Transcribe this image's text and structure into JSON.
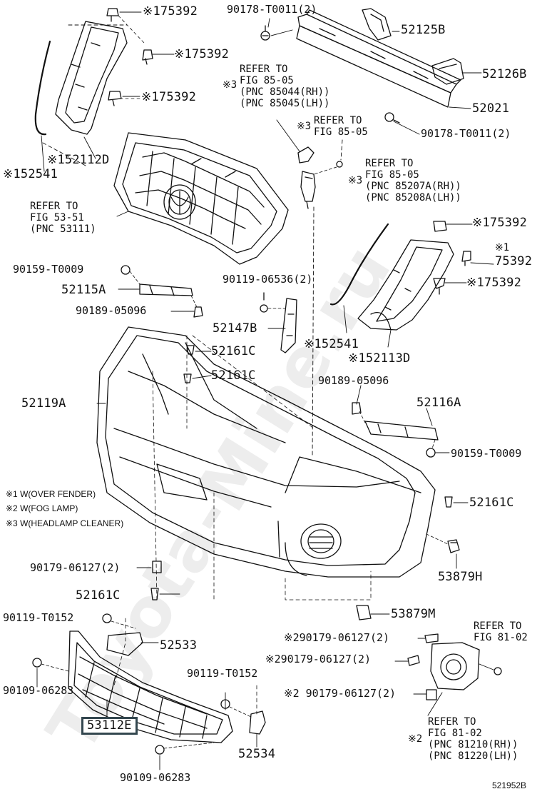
{
  "watermark": "Toyota-Mine.ru",
  "drawing_code": "521952B",
  "highlighted_part": "53112E",
  "legend": [
    "※1 W(OVER FENDER)",
    "※2 W(FOG LAMP)",
    "※3 W(HEADLAMP CLEANER)"
  ],
  "labels": {
    "p175392_a": "※175392",
    "p175392_b": "※175392",
    "p175392_c": "※175392",
    "p52112d": "※152112D",
    "p52541_l": "※152541",
    "ref_grille_1": "REFER TO",
    "ref_grille_2": "FIG 53-51",
    "ref_grille_3": "(PNC 53111)",
    "p90178_top": "90178-T0011(2)",
    "p52125b": "52125B",
    "p52126b": "52126B",
    "p52021": "52021",
    "p90178_r": "90178-T0011(2)",
    "ref3_1": "REFER TO",
    "ref3_2": "FIG 85-05",
    "ref3_3": "(PNC 85044(RH))",
    "ref3_4": "(PNC 85045(LH))",
    "ref3_mark": "※3",
    "ref4_1": "REFER TO",
    "ref4_2": "FIG 85-05",
    "ref4_mark": "※3",
    "ref5_1": "REFER TO",
    "ref5_2": "FIG 85-05",
    "ref5_3": "(PNC 85207A(RH))",
    "ref5_4": "(PNC 85208A(LH))",
    "ref5_mark": "※3",
    "p175392_d": "※175392",
    "p1_mark": "※1",
    "p75392": "75392",
    "p175392_e": "※175392",
    "p90159_l": "90159-T0009",
    "p52115a": "52115A",
    "p90189_l": "90189-05096",
    "p90119_06536": "90119-06536(2)",
    "p52147b": "52147B",
    "p52161c_a": "52161C",
    "p52161c_b": "52161C",
    "p52541_r": "※152541",
    "p52113d": "※152113D",
    "p52119a": "52119A",
    "p90189_r": "90189-05096",
    "p52116a": "52116A",
    "p90159_r": "90159-T0009",
    "p52161c_c": "52161C",
    "p90179_l": "90179-06127(2)",
    "p53879h": "53879H",
    "p52161c_d": "52161C",
    "p53879m": "53879M",
    "p90119_t0152_a": "90119-T0152",
    "p52533": "52533",
    "p90109_a": "90109-06283",
    "p90119_t0152_b": "90119-T0152",
    "p52534": "52534",
    "p90109_b": "90109-06283",
    "p90179_f1": "※290179-06127(2)",
    "p90179_f2": "※290179-06127(2)",
    "p90179_f3": "※2 90179-06127(2)",
    "ref81a_1": "REFER TO",
    "ref81a_2": "FIG 81-02",
    "ref81b_1": "REFER TO",
    "ref81b_2": "FIG 81-02",
    "ref81b_3": "(PNC 81210(RH))",
    "ref81b_4": "(PNC 81220(LH))",
    "ref81b_mark": "※2"
  }
}
